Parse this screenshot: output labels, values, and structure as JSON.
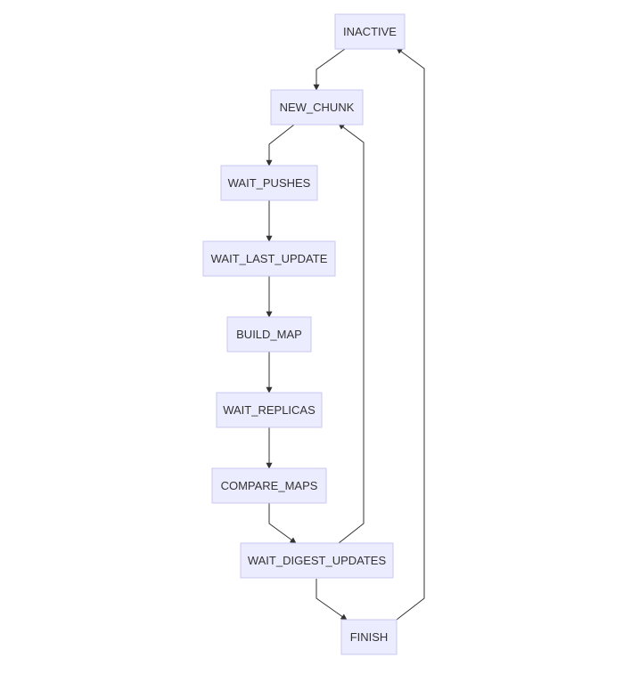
{
  "diagram": {
    "type": "state-flowchart",
    "colors": {
      "node_fill": "#ececff",
      "node_stroke": "#c9c9f0",
      "edge": "#333333",
      "text": "#333333"
    },
    "nodes": [
      {
        "id": "inactive",
        "label": "INACTIVE"
      },
      {
        "id": "new_chunk",
        "label": "NEW_CHUNK"
      },
      {
        "id": "wait_pushes",
        "label": "WAIT_PUSHES"
      },
      {
        "id": "wait_last_update",
        "label": "WAIT_LAST_UPDATE"
      },
      {
        "id": "build_map",
        "label": "BUILD_MAP"
      },
      {
        "id": "wait_replicas",
        "label": "WAIT_REPLICAS"
      },
      {
        "id": "compare_maps",
        "label": "COMPARE_MAPS"
      },
      {
        "id": "wait_digest_updates",
        "label": "WAIT_DIGEST_UPDATES"
      },
      {
        "id": "finish",
        "label": "FINISH"
      }
    ],
    "edges": [
      {
        "from": "inactive",
        "to": "new_chunk"
      },
      {
        "from": "new_chunk",
        "to": "wait_pushes"
      },
      {
        "from": "wait_pushes",
        "to": "wait_last_update"
      },
      {
        "from": "wait_last_update",
        "to": "build_map"
      },
      {
        "from": "build_map",
        "to": "wait_replicas"
      },
      {
        "from": "wait_replicas",
        "to": "compare_maps"
      },
      {
        "from": "compare_maps",
        "to": "wait_digest_updates"
      },
      {
        "from": "wait_digest_updates",
        "to": "new_chunk"
      },
      {
        "from": "wait_digest_updates",
        "to": "finish"
      },
      {
        "from": "finish",
        "to": "inactive"
      }
    ]
  }
}
